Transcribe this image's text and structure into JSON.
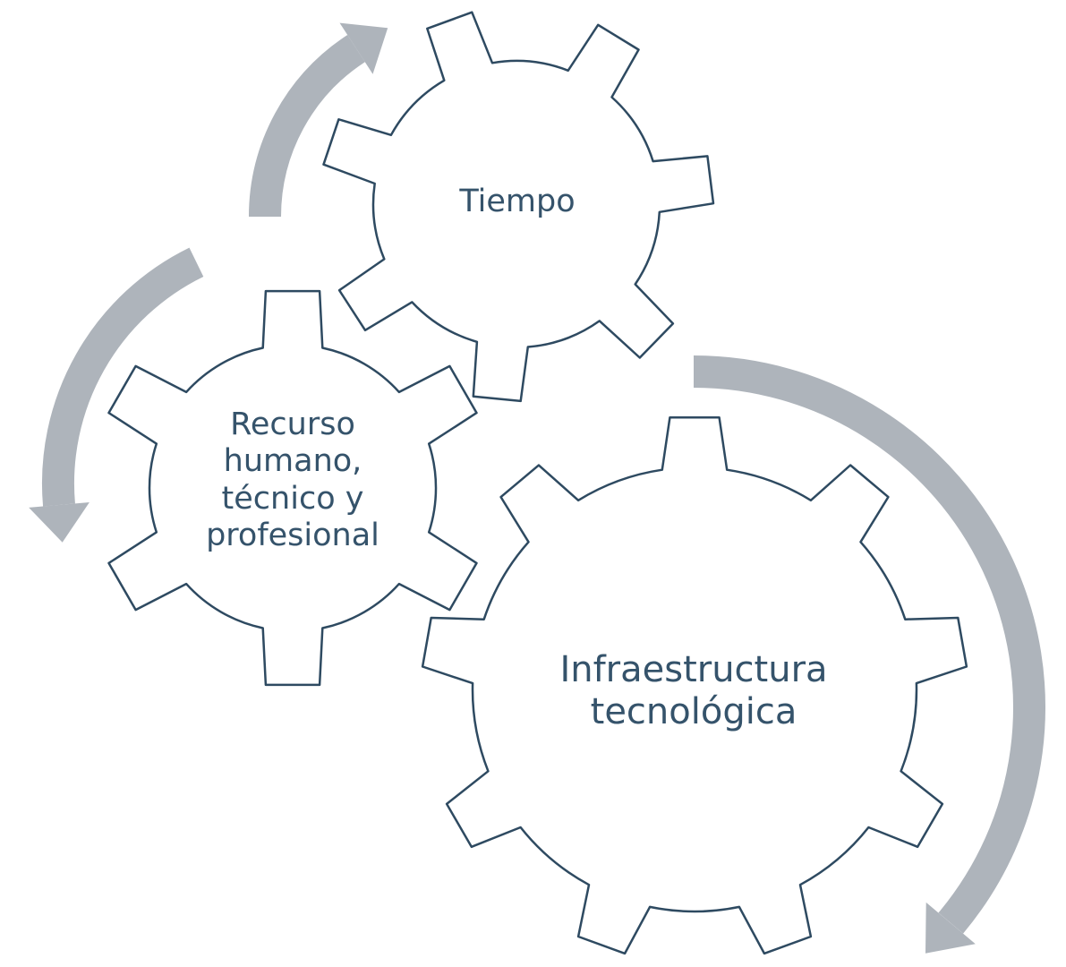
{
  "colors": {
    "gear_stroke": "#2e4a61",
    "gear_fill": "#ffffff",
    "arrow": "#aeb4bb",
    "text": "#35536b"
  },
  "gears": {
    "tiempo": {
      "lines": [
        "Tiempo"
      ],
      "teeth": 7
    },
    "recurso": {
      "lines": [
        "Recurso",
        "humano,",
        "técnico y",
        "profesional"
      ],
      "teeth": 6
    },
    "infra": {
      "lines": [
        "Infraestructura",
        "tecnológica"
      ],
      "teeth": 9
    }
  },
  "arrows": [
    {
      "name": "arrow-top-left",
      "direction": "clockwise"
    },
    {
      "name": "arrow-left",
      "direction": "counterclockwise"
    },
    {
      "name": "arrow-right",
      "direction": "clockwise"
    }
  ]
}
